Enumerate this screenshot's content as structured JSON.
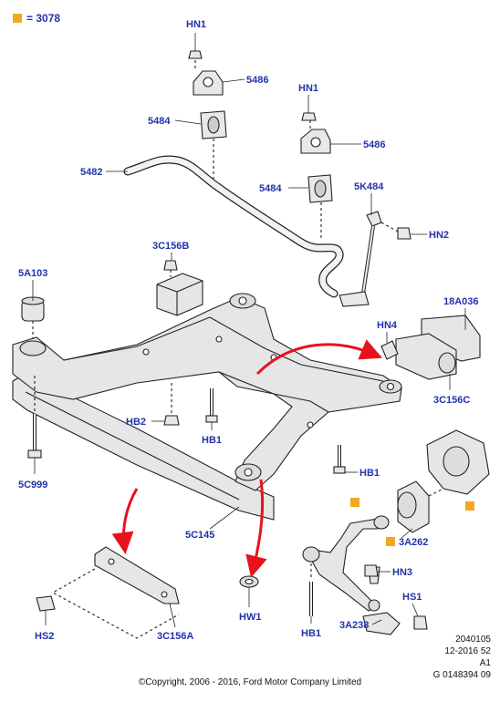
{
  "legend": {
    "marker_color": "#f5a623",
    "text": "= 3078"
  },
  "colors": {
    "callout_text": "#2233aa",
    "marker": "#f5a623",
    "arrow": "#e8121c",
    "part_fill": "#e8e8e8",
    "part_stroke": "#222222"
  },
  "parts": [
    {
      "id": "hn1-left",
      "label": "HN1"
    },
    {
      "id": "5486-left",
      "label": "5486"
    },
    {
      "id": "5484-left",
      "label": "5484"
    },
    {
      "id": "5482",
      "label": "5482"
    },
    {
      "id": "hn1-right",
      "label": "HN1"
    },
    {
      "id": "5486-right",
      "label": "5486"
    },
    {
      "id": "5484-right",
      "label": "5484"
    },
    {
      "id": "5k484",
      "label": "5K484"
    },
    {
      "id": "hn2",
      "label": "HN2"
    },
    {
      "id": "3c156b",
      "label": "3C156B"
    },
    {
      "id": "5a103",
      "label": "5A103"
    },
    {
      "id": "18a036",
      "label": "18A036"
    },
    {
      "id": "hn4",
      "label": "HN4"
    },
    {
      "id": "3c156c",
      "label": "3C156C"
    },
    {
      "id": "hb2",
      "label": "HB2"
    },
    {
      "id": "hb1-upper",
      "label": "HB1"
    },
    {
      "id": "hb1-right",
      "label": "HB1"
    },
    {
      "id": "5c999",
      "label": "5C999"
    },
    {
      "id": "5c145",
      "label": "5C145"
    },
    {
      "id": "3a262",
      "label": "3A262"
    },
    {
      "id": "hn3",
      "label": "HN3"
    },
    {
      "id": "hw1",
      "label": "HW1"
    },
    {
      "id": "hs2",
      "label": "HS2"
    },
    {
      "id": "3c156a",
      "label": "3C156A"
    },
    {
      "id": "hb1-lower",
      "label": "HB1"
    },
    {
      "id": "hs1",
      "label": "HS1"
    },
    {
      "id": "3a238",
      "label": "3A238"
    }
  ],
  "meta": {
    "code": "2040105",
    "date": "12-2016 52",
    "version": "A1",
    "ref": "G 0148394 09"
  },
  "copyright": "©Copyright, 2006 - 2016, Ford Motor Company Limited"
}
